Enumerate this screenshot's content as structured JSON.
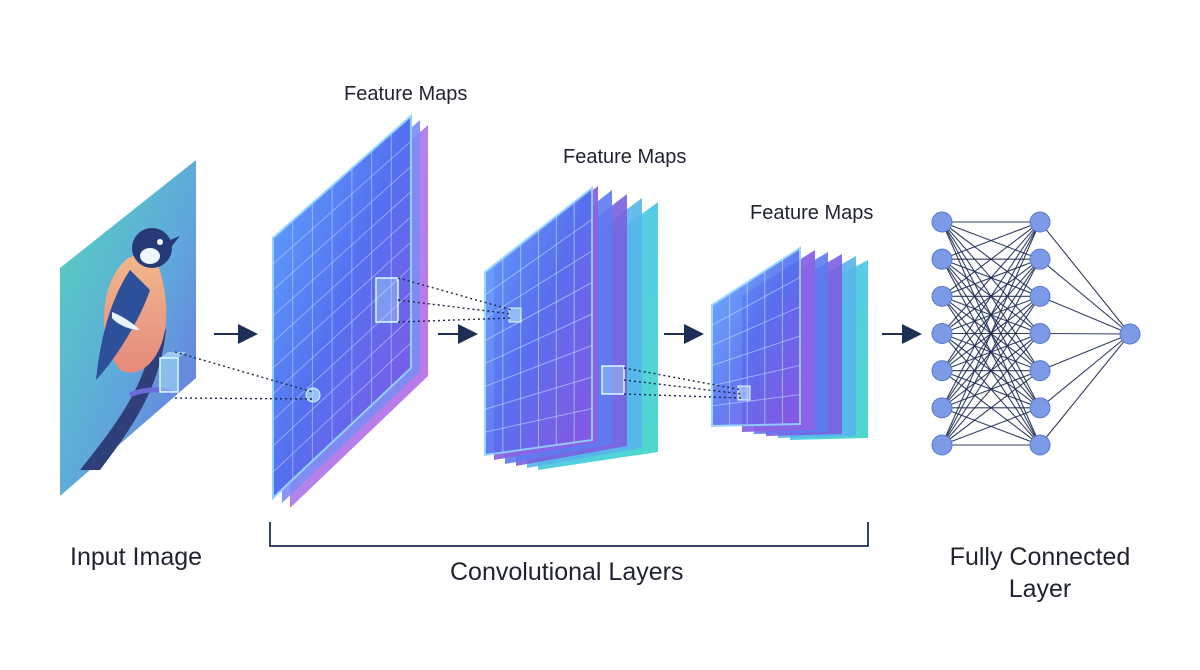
{
  "labels": {
    "feature_maps_1": "Feature Maps",
    "feature_maps_2": "Feature Maps",
    "feature_maps_3": "Feature Maps",
    "input_image": "Input Image",
    "convolutional_layers": "Convolutional Layers",
    "fully_connected_line1": "Fully Connected",
    "fully_connected_line2": "Layer"
  },
  "network": {
    "hidden_layer_1_nodes": 7,
    "hidden_layer_2_nodes": 7,
    "output_nodes": 1
  },
  "colors": {
    "arrow": "#1d2f55",
    "node": "#7c9ae6",
    "node_stroke": "#5a78cc",
    "connection": "#1b2a52",
    "grid_line": "#c9d6ff",
    "layer_blue": "#4f6ff2",
    "layer_purple": "#8c5ce6",
    "layer_cyan": "#48d7e0",
    "input_bg_top": "#4fd0b8",
    "input_bg_bottom": "#6a7ee6"
  }
}
